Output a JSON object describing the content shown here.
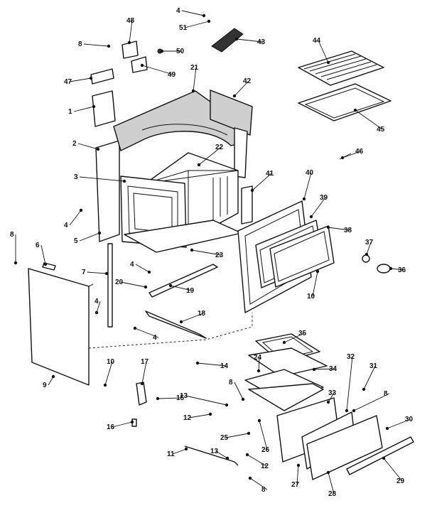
{
  "parts": [
    {
      "id": "p1",
      "number": "1"
    },
    {
      "id": "p2",
      "number": "2"
    },
    {
      "id": "p3",
      "number": "3"
    },
    {
      "id": "p4a",
      "number": "4"
    },
    {
      "id": "p4b",
      "number": "4"
    },
    {
      "id": "p4c",
      "number": "4"
    },
    {
      "id": "p4d",
      "number": "4"
    },
    {
      "id": "p4e",
      "number": "4"
    },
    {
      "id": "p5",
      "number": "5"
    },
    {
      "id": "p6",
      "number": "6"
    },
    {
      "id": "p7",
      "number": "7"
    },
    {
      "id": "p8a",
      "number": "8"
    },
    {
      "id": "p8b",
      "number": "8"
    },
    {
      "id": "p8c",
      "number": "8"
    },
    {
      "id": "p8d",
      "number": "8"
    },
    {
      "id": "p8e",
      "number": "8"
    },
    {
      "id": "p9",
      "number": "9"
    },
    {
      "id": "p10a",
      "number": "10"
    },
    {
      "id": "p10b",
      "number": "10"
    },
    {
      "id": "p11",
      "number": "11"
    },
    {
      "id": "p12a",
      "number": "12"
    },
    {
      "id": "p12b",
      "number": "12"
    },
    {
      "id": "p13a",
      "number": "13"
    },
    {
      "id": "p13b",
      "number": "13"
    },
    {
      "id": "p14",
      "number": "14"
    },
    {
      "id": "p15",
      "number": "15"
    },
    {
      "id": "p16",
      "number": "16"
    },
    {
      "id": "p17",
      "number": "17"
    },
    {
      "id": "p18",
      "number": "18"
    },
    {
      "id": "p19",
      "number": "19"
    },
    {
      "id": "p20",
      "number": "20"
    },
    {
      "id": "p21",
      "number": "21"
    },
    {
      "id": "p22",
      "number": "22"
    },
    {
      "id": "p23",
      "number": "23"
    },
    {
      "id": "p24",
      "number": "24"
    },
    {
      "id": "p25",
      "number": "25"
    },
    {
      "id": "p26",
      "number": "26"
    },
    {
      "id": "p27",
      "number": "27"
    },
    {
      "id": "p28",
      "number": "28"
    },
    {
      "id": "p29",
      "number": "29"
    },
    {
      "id": "p30",
      "number": "30"
    },
    {
      "id": "p31",
      "number": "31"
    },
    {
      "id": "p32",
      "number": "32"
    },
    {
      "id": "p33",
      "number": "33"
    },
    {
      "id": "p34",
      "number": "34"
    },
    {
      "id": "p35",
      "number": "35"
    },
    {
      "id": "p36",
      "number": "36"
    },
    {
      "id": "p37",
      "number": "37"
    },
    {
      "id": "p38",
      "number": "38"
    },
    {
      "id": "p39",
      "number": "39"
    },
    {
      "id": "p40",
      "number": "40"
    },
    {
      "id": "p41",
      "number": "41"
    },
    {
      "id": "p42",
      "number": "42"
    },
    {
      "id": "p43",
      "number": "43"
    },
    {
      "id": "p44",
      "number": "44"
    },
    {
      "id": "p45",
      "number": "45"
    },
    {
      "id": "p46",
      "number": "46"
    },
    {
      "id": "p47",
      "number": "47"
    },
    {
      "id": "p48",
      "number": "48"
    },
    {
      "id": "p49",
      "number": "49"
    },
    {
      "id": "p50",
      "number": "50"
    },
    {
      "id": "p51",
      "number": "51"
    }
  ]
}
